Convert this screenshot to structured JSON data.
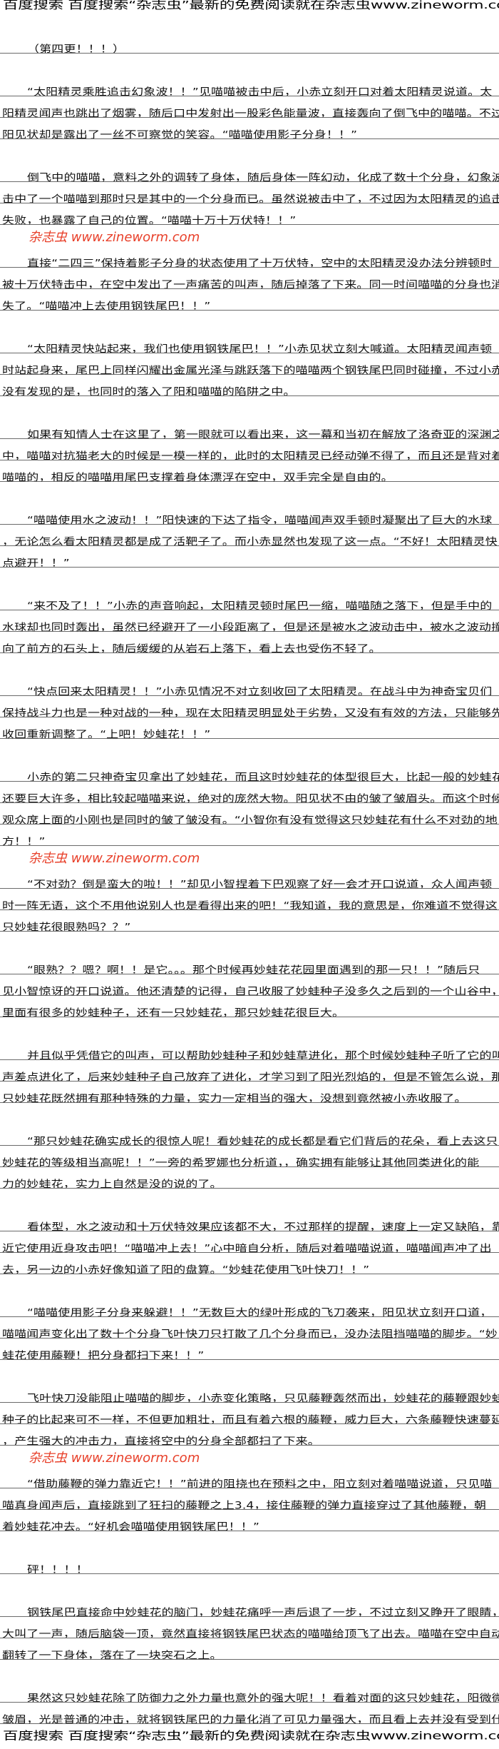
{
  "banner": {
    "text": "百度搜索 百度搜索“杂志虫”最新的免费阅读就在杂志虫www.zineworm.com"
  },
  "watermark": {
    "text": "杂志虫 www.zineworm.com"
  },
  "colors": {
    "watermark": "#e8402a",
    "rule": "#6b6b6b",
    "text": "#111111"
  },
  "paragraphs": [
    {
      "lines": [
        "（第四更！！！）"
      ]
    },
    {
      "lines": [
        "“太阳精灵乘胜追击幻象波！！”见喵喵被击中后，小赤立刻开口对着太阳精灵说道。太",
        "阳精灵闻声也跳出了烟雾，随后口中发射出一股彩色能量波，直接轰向了倒飞中的喵喵。不过",
        "阳见状却是露出了一丝不可察觉的笑容。“喵喵使用影子分身！！”"
      ]
    },
    {
      "lines": [
        "倒飞中的喵喵，意料之外的调转了身体，随后身体一阵幻动，化成了数十个分身，幻象波",
        "击中了一个喵喵到那时只是其中的一个分身而已。虽然说被击中了，不过因为太阳精灵的追击",
        "失败，也暴露了自己的位置。“喵喵十万十万伏特！！”"
      ]
    },
    {
      "lines": [
        "直接“二四三”保持着影子分身的状态使用了十万伏特，空中的太阳精灵没办法分辨顿时",
        "被十万伏特击中，在空中发出了一声痛苦的叫声，随后掉落了下来。同一时间喵喵的分身也消",
        "失了。“喵喵冲上去使用钢铁尾巴！！”"
      ]
    },
    {
      "lines": [
        "“太阳精灵快站起来，我们也使用钢铁尾巴！！”小赤见状立刻大喊道。太阳精灵闻声顿",
        "时站起身来，尾巴上同样闪耀出金属光泽与跳跃落下的喵喵两个钢铁尾巴同时碰撞，不过小赤",
        "没有发现的是，也同时的落入了阳和喵喵的陷阱之中。"
      ]
    },
    {
      "lines": [
        "如果有知情人士在这里了，第一眼就可以看出来，这一幕和当初在解放了洛奇亚的深渊之",
        "中，喵喵对抗猫老大的时候是一模一样的，此时的太阳精灵已经动弹不得了，而且还是背对着",
        "喵喵的，相反的喵喵用尾巴支撑着身体漂浮在空中，双手完全是自由的。"
      ]
    },
    {
      "lines": [
        "“喵喵使用水之波动！！”阳快速的下达了指令，喵喵闻声双手顿时凝聚出了巨大的水球",
        "，无论怎么看太阳精灵都是成了活靶子了。而小赤显然也发现了这一点。“不好！太阳精灵快",
        "点避开！！”"
      ]
    },
    {
      "lines": [
        "“来不及了！！”小赤的声音响起，太阳精灵顿时尾巴一缩，喵喵随之落下，但是手中的",
        "水球却也同时轰出，虽然已经避开了一小段距离了，但是还是被水之波动击中，被水之波动撞",
        "向了前方的石头上，随后缓缓的从岩石上落下，看上去也受伤不轻了。"
      ]
    },
    {
      "lines": [
        "“快点回来太阳精灵！！”小赤见情况不对立刻收回了太阳精灵。在战斗中为神奇宝贝们",
        "保持战斗力也是一种对战的一种，现在太阳精灵明显处于劣势，又没有有效的方法，只能够先",
        "收回重新调整了。“上吧！妙蛙花！！”"
      ]
    },
    {
      "lines": [
        "小赤的第二只神奇宝贝拿出了妙蛙花，而且这时妙蛙花的体型很巨大，比起一般的妙蛙花",
        "还要巨大许多，相比较起喵喵来说，绝对的庞然大物。阳见状不由的皱了皱眉头。而这个时候",
        "观众席上面的小刚也是同时的皱了皱没有。“小智你有没有觉得这只妙蛙花有什么不对劲的地",
        "方！！”"
      ]
    },
    {
      "lines": [
        "“不对劲？倒是蛮大的啦！！”却见小智捏着下巴观察了好一会才开口说道，众人闻声顿",
        "时一阵无语，这个不用他说别人也是看得出来的吧！“我知道，我的意思是，你难道不觉得这",
        "只妙蛙花很眼熟吗？？”"
      ]
    },
    {
      "lines": [
        "“眼熟？？嗯？啊！！是它。。。那个时候再妙蛙花花园里面遇到的那一只！！”随后只",
        "见小智惊讶的开口说道。他还清楚的记得，自己收服了妙蛙种子没多久之后到的一个山谷中，",
        "里面有很多的妙蛙种子，还有一只妙蛙花，那只妙蛙花很巨大。"
      ]
    },
    {
      "lines": [
        "并且似乎凭借它的叫声，可以帮助妙蛙种子和妙蛙草进化，那个时候妙蛙种子听了它的叫",
        "声差点进化了，后来妙蛙种子自己放弃了进化，才学习到了阳光烈焰的，但是不管怎么说，那",
        "只妙蛙花既然拥有那种特殊的力量，实力一定相当的强大，没想到竟然被小赤收服了。"
      ]
    },
    {
      "lines": [
        "“那只妙蛙花确实成长的很惊人呢！看妙蛙花的成长都是看它们背后的花朵，看上去这只",
        "妙蛙花的等级相当高呢！！”一旁的希罗娜也分析道，，确实拥有能够让其他同类进化的能",
        "力的妙蛙花，实力上自然是没的说的了。"
      ]
    },
    {
      "lines": [
        "看体型，水之波动和十万伏特效果应该都不大，不过那样的提醒，速度上一定又缺陷，靠",
        "近它使用近身攻击吧！“喵喵冲上去！”心中暗自分析，随后对着喵喵说道，喵喵闻声冲了出",
        "去，另一边的小赤好像知道了阳的盘算。“妙蛙花使用飞叶快刀！！”"
      ]
    },
    {
      "lines": [
        "“喵喵使用影子分身来躲避！！”无数巨大的绿叶形成的飞刀袭来，阳见状立刻开口道，",
        "喵喵闻声变化出了数十个分身飞叶快刀只打散了几个分身而已，没办法阻挡喵喵的脚步。“妙",
        "蛙花使用藤鞭！把分身都扫下来！！”"
      ]
    },
    {
      "lines": [
        "飞叶快刀没能阻止喵喵的脚步，小赤变化策略，只见藤鞭轰然而出，妙蛙花的藤鞭跟妙蛙",
        "种子的比起来可不一样，不但更加粗壮，而且有着六根的藤鞭，威力巨大，六条藤鞭快速蔓延",
        "，产生强大的冲击力，直接将空中的分身全部都扫了下来。"
      ]
    },
    {
      "lines": [
        "“借助藤鞭的弹力靠近它！！”前进的阻挠也在预料之中，阳立刻对着喵喵说道，只见喵",
        "喵真身闻声后，直接跳到了狂扫的藤鞭之上3.4，接住藤鞭的弹力直接穿过了其他藤鞭，朝",
        "着妙蛙花冲去。“好机会喵喵使用钢铁尾巴！！”"
      ]
    },
    {
      "lines": [
        "砰！！！！"
      ]
    },
    {
      "lines": [
        "钢铁尾巴直接命中妙蛙花的脑门，妙蛙花痛呼一声后退了一步，不过立刻又睁开了眼睛，",
        "大叫了一声，随后脑袋一顶，竟然直接将钢铁尾巴状态的喵喵给顶飞了出去。喵喵在空中自动",
        "翻转了一下身体，落在了一块突石之上。"
      ]
    },
    {
      "lines": [
        "果然这只妙蛙花除了防御力之外力量也意外的强大呢！！看着对面的这只妙蛙花，阳微微",
        "皱眉，光是普通的冲击，就将钢铁尾巴的力量化消了可见力量强大，而且看上去并没有受到什"
      ]
    }
  ]
}
